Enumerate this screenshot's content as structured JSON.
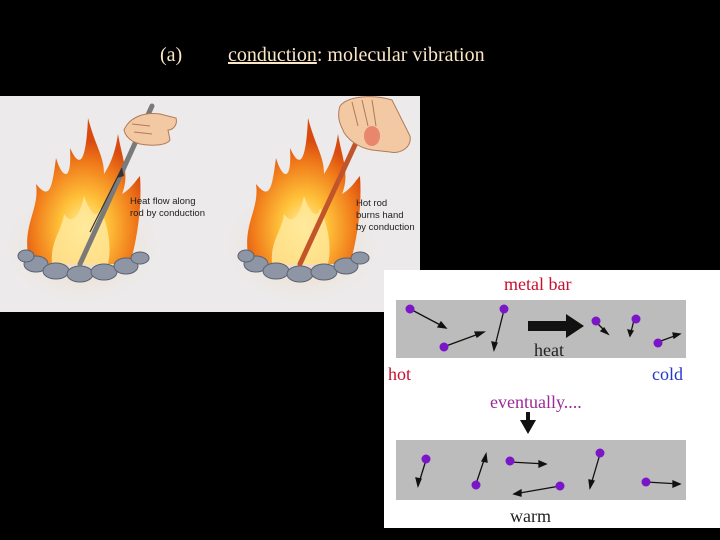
{
  "heading": {
    "label": "(a)",
    "term": "conduction",
    "rest": ": molecular vibration"
  },
  "fire_illustration": {
    "caption_left": [
      "Heat flow along",
      "rod by conduction"
    ],
    "caption_right": [
      "Hot rod",
      "burns hand",
      "by conduction"
    ]
  },
  "metal_bar_diagram": {
    "title": "metal bar",
    "heat_label": "heat",
    "hot_label": "hot",
    "cold_label": "cold",
    "eventually_label": "eventually....",
    "warm_label": "warm",
    "colors": {
      "title": "#c8102e",
      "hot": "#c8102e",
      "cold": "#2438c8",
      "eventually": "#9a2a9a",
      "molecule": "#7a16c8",
      "bar": "#bcbcbc"
    }
  }
}
